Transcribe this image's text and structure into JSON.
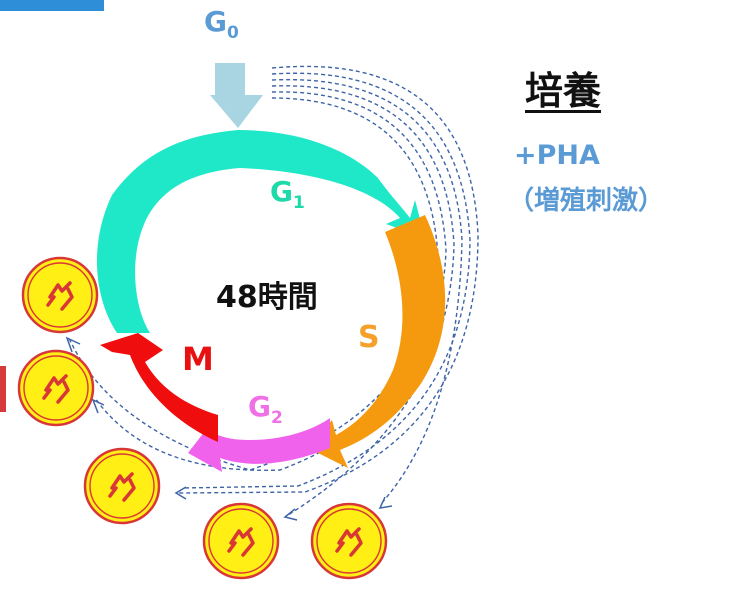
{
  "phases": {
    "g0": {
      "main": "G",
      "sub": "0",
      "color": "#5B9BD5"
    },
    "g1": {
      "main": "G",
      "sub": "1",
      "color": "#1ED9A8"
    },
    "s": {
      "label": "S",
      "color": "#F5A02B"
    },
    "g2": {
      "main": "G",
      "sub": "2",
      "color": "#F070E6"
    },
    "m": {
      "label": "M",
      "color": "#E81010"
    }
  },
  "center": {
    "label": "48時間"
  },
  "culture": {
    "title": "培養",
    "line1": "+PHA",
    "line2": "（増殖刺激）",
    "color": "#5B9BD5"
  },
  "colors": {
    "ring_g1": "#1EE8C8",
    "ring_s": "#F59A0E",
    "ring_g2": "#F062EC",
    "ring_m": "#F00D0D",
    "g0_arrow": "#A9D4E2",
    "dashed": "#3E64A8",
    "cell_fill": "#FFEF14",
    "cell_stroke": "#D93636",
    "accent_blue": "#2E8FD8",
    "accent_red": "#D63A3A"
  },
  "cells": [
    "mitotic-cell",
    "mitotic-cell",
    "mitotic-cell",
    "mitotic-cell",
    "mitotic-cell"
  ]
}
